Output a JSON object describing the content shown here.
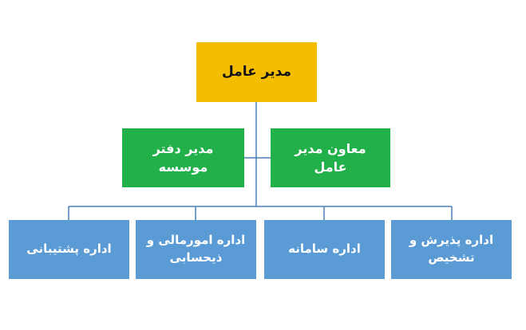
{
  "chart": {
    "ceo": "مدیر عامل",
    "deputy": "معاون مدیر عامل",
    "office_manager": "مدیر دفتر موسسه",
    "departments": [
      "اداره پذیرش و تشخیص",
      "اداره سامانه",
      "اداره امورمالی و ذیحسابی",
      "اداره پشتیبانی"
    ]
  },
  "colors": {
    "ceo_fill": "#f5bd00",
    "green_fill": "#22b04b",
    "blue_fill": "#5b9bd5",
    "connector": "#4a7fb5"
  }
}
